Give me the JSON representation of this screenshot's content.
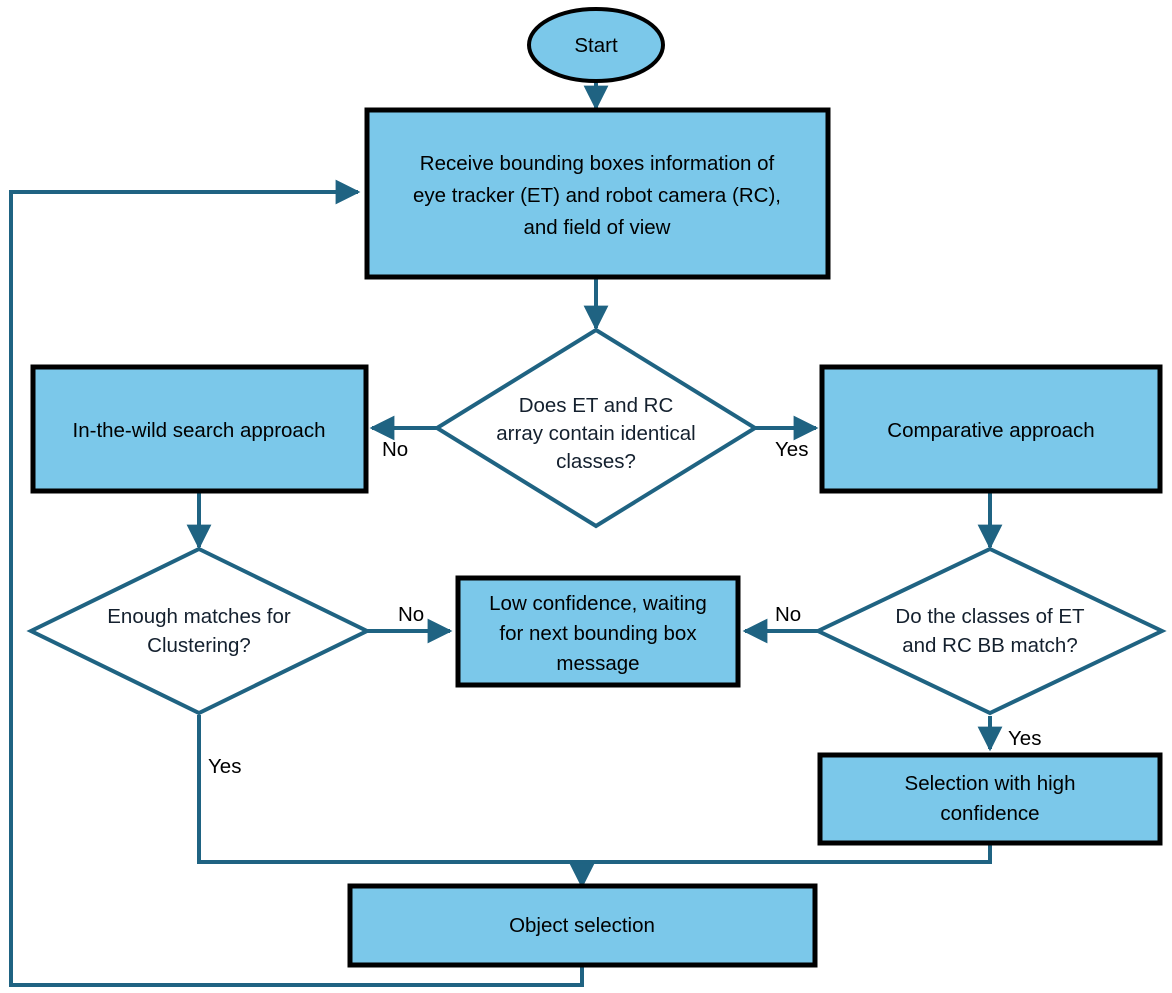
{
  "diagram": {
    "title": "Object selection decision flowchart",
    "colors": {
      "node_fill": "#7bc8ea",
      "node_border": "#000000",
      "decision_border": "#1f6382",
      "edge": "#1f6382",
      "text": "#14202e",
      "background": "#ffffff"
    },
    "nodes": {
      "start": {
        "shape": "oval",
        "label": "Start"
      },
      "receive": {
        "shape": "process",
        "label_lines": [
          "Receive bounding boxes information of",
          "eye tracker (ET) and  robot camera (RC),",
          "and field of view"
        ]
      },
      "decision_identical": {
        "shape": "decision",
        "label_lines": [
          "Does ET and RC",
          "array contain identical",
          "classes?"
        ]
      },
      "in_the_wild": {
        "shape": "process",
        "label_lines": [
          "In-the-wild search approach"
        ]
      },
      "comparative": {
        "shape": "process",
        "label_lines": [
          "Comparative approach"
        ]
      },
      "decision_clustering": {
        "shape": "decision",
        "label_lines": [
          "Enough matches for",
          "Clustering?"
        ]
      },
      "low_confidence": {
        "shape": "process",
        "label_lines": [
          "Low confidence, waiting",
          "for next bounding box",
          "message"
        ]
      },
      "decision_bb_match": {
        "shape": "decision",
        "label_lines": [
          "Do the classes of ET",
          "and RC BB match?"
        ]
      },
      "high_confidence": {
        "shape": "process",
        "label_lines": [
          "Selection with high",
          "confidence"
        ]
      },
      "object_selection": {
        "shape": "process",
        "label_lines": [
          "Object selection"
        ]
      }
    },
    "edge_labels": {
      "identical_no": "No",
      "identical_yes": "Yes",
      "clustering_no": "No",
      "clustering_yes": "Yes",
      "bb_match_no": "No",
      "bb_match_yes": "Yes"
    }
  }
}
